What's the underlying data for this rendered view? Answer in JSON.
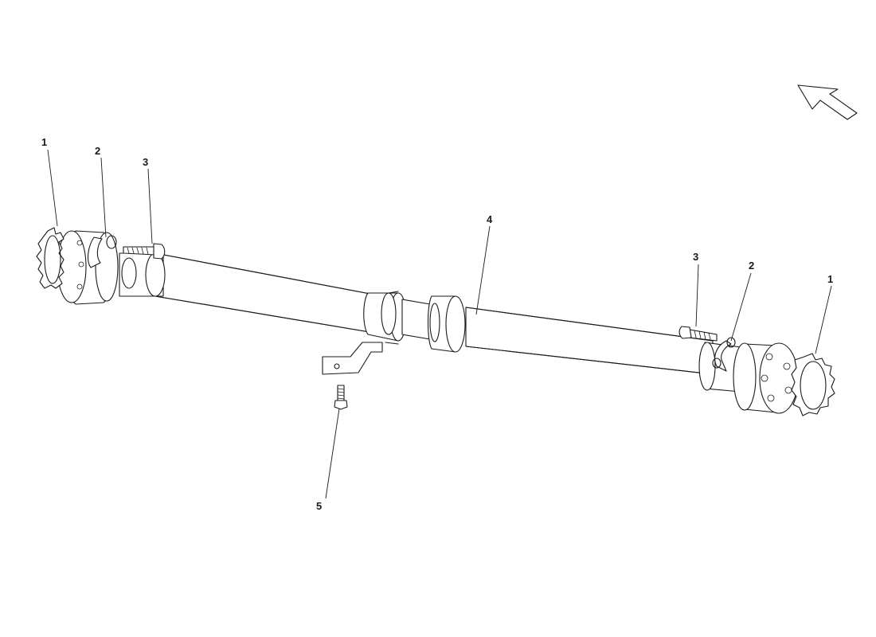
{
  "callouts": {
    "left_ring": "1",
    "left_clamp": "2",
    "left_bolt": "3",
    "shaft": "4",
    "bracket_bolt": "5",
    "right_bolt": "3",
    "right_clamp": "2",
    "right_ring": "1"
  },
  "icons": {
    "direction_arrow": "arrow-up-left-icon"
  }
}
